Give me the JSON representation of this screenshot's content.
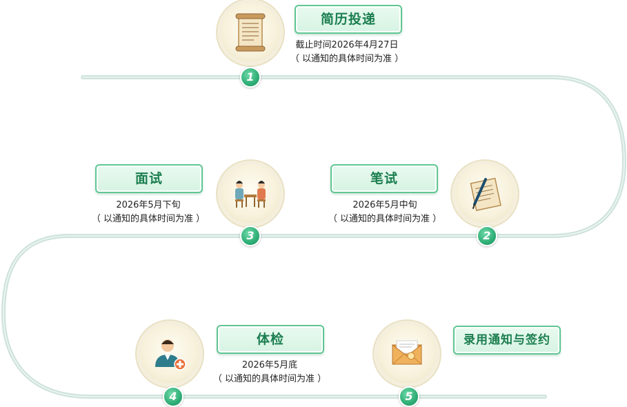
{
  "steps": [
    {
      "number": "1",
      "title": "简历投递",
      "date": "截止时间2026年4月27日",
      "note": "（ 以通知的具体时间为准 ）",
      "icon": "scroll-icon"
    },
    {
      "number": "2",
      "title": "笔试",
      "date": "2026年5月中旬",
      "note": "（ 以通知的具体时间为准 ）",
      "icon": "pen-paper-icon"
    },
    {
      "number": "3",
      "title": "面试",
      "date": "2026年5月下旬",
      "note": "（ 以通知的具体时间为准 ）",
      "icon": "interview-icon"
    },
    {
      "number": "4",
      "title": "体检",
      "date": "2026年5月底",
      "note": "（ 以通知的具体时间为准 ）",
      "icon": "medical-person-icon"
    },
    {
      "number": "5",
      "title": "录用通知与签约",
      "icon": "envelope-icon"
    }
  ],
  "colors": {
    "accent": "#2fae76",
    "title_text": "#1b7e4f",
    "path": "#cfe3dd"
  }
}
